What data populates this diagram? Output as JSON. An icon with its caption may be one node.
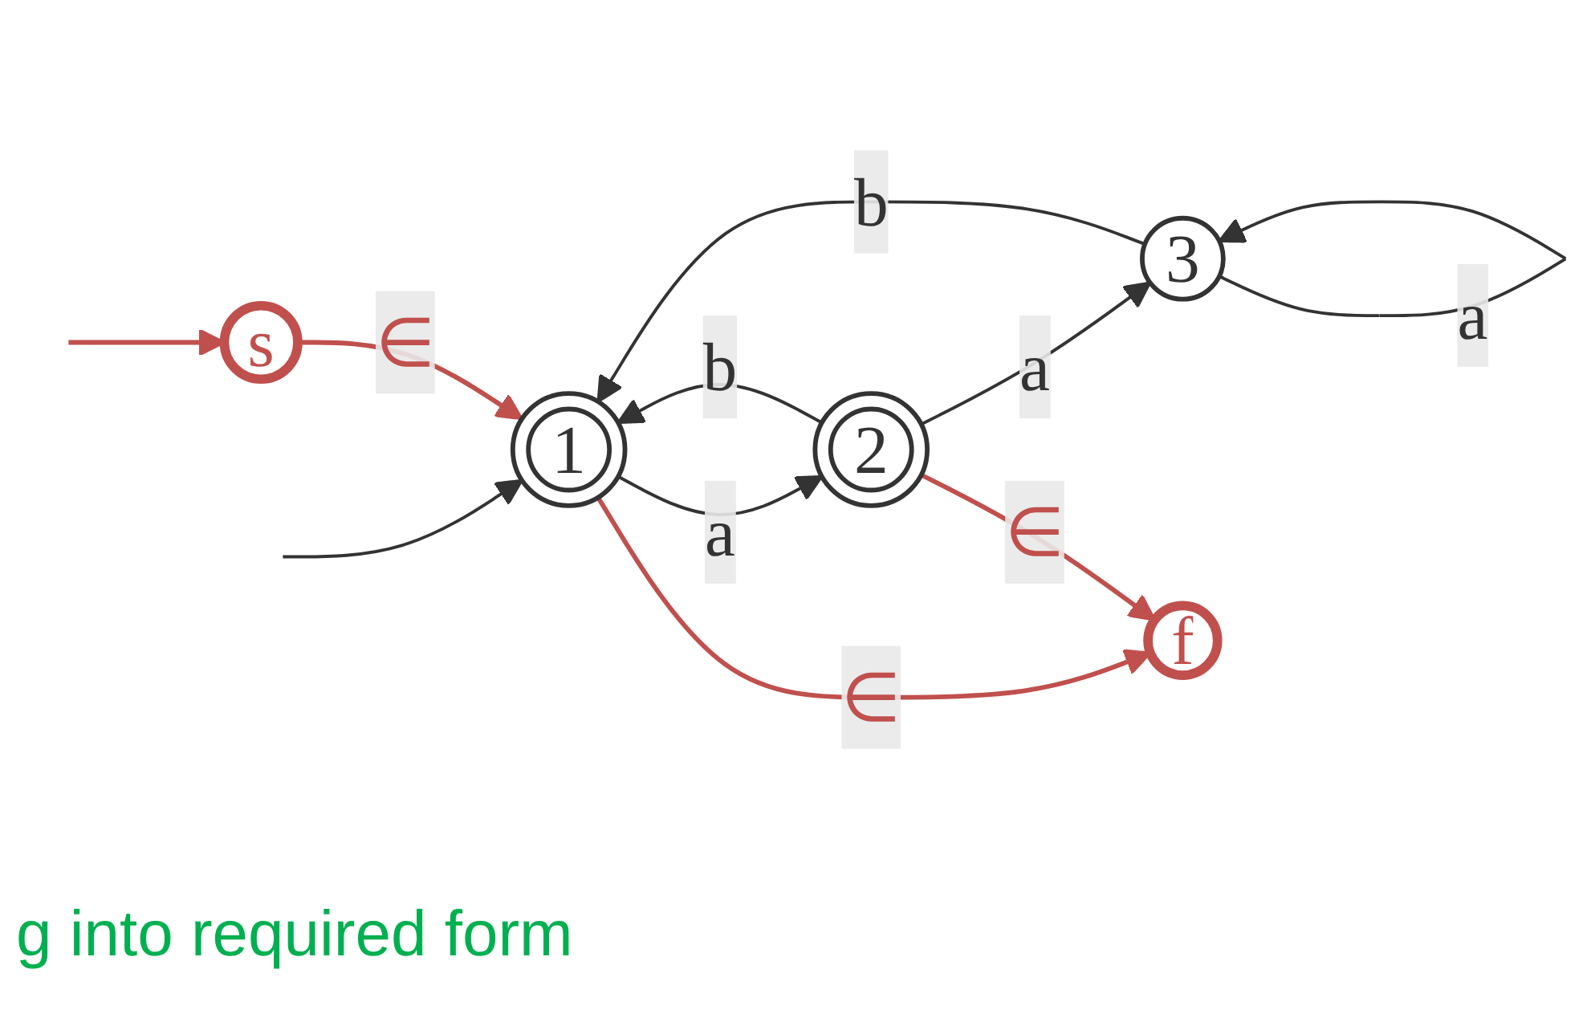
{
  "diagram": {
    "nodes": [
      {
        "text": [
          "1"
        ]
      },
      {
        "text": [
          "2"
        ]
      },
      {
        "text": [
          "3"
        ]
      },
      {
        "text": [
          "s"
        ]
      },
      {
        "text": [
          "f"
        ]
      }
    ],
    "edges": [
      {
        "from": null,
        "to": 0,
        "arrow": "to"
      },
      {
        "from": 0,
        "to": 1,
        "label": "a",
        "arrow": "to"
      },
      {
        "from": 1,
        "to": 0,
        "label": "b",
        "arrow": "to"
      },
      {
        "from": 1,
        "to": 2,
        "label": "a",
        "arrow": "to"
      },
      {
        "from": 2,
        "to": 0,
        "label": "b",
        "arrow": "to"
      },
      {
        "from": 2,
        "to": 2,
        "label": "a",
        "arrow": "to"
      },
      {
        "from": null,
        "to": 3,
        "arrow": "to",
        "color": "#c0504d"
      },
      {
        "from": 3,
        "to": 0,
        "label": "∈",
        "arrow": "to",
        "color": "#c0504d"
      },
      {
        "from": 0,
        "to": 4,
        "label": "∈",
        "arrow": "to",
        "color": "#c0504d"
      },
      {
        "from": 1,
        "to": 4,
        "label": "∈",
        "arrow": "to",
        "color": "#c0504d"
      }
    ],
    "labels": [
      "g into required form"
    ]
  }
}
